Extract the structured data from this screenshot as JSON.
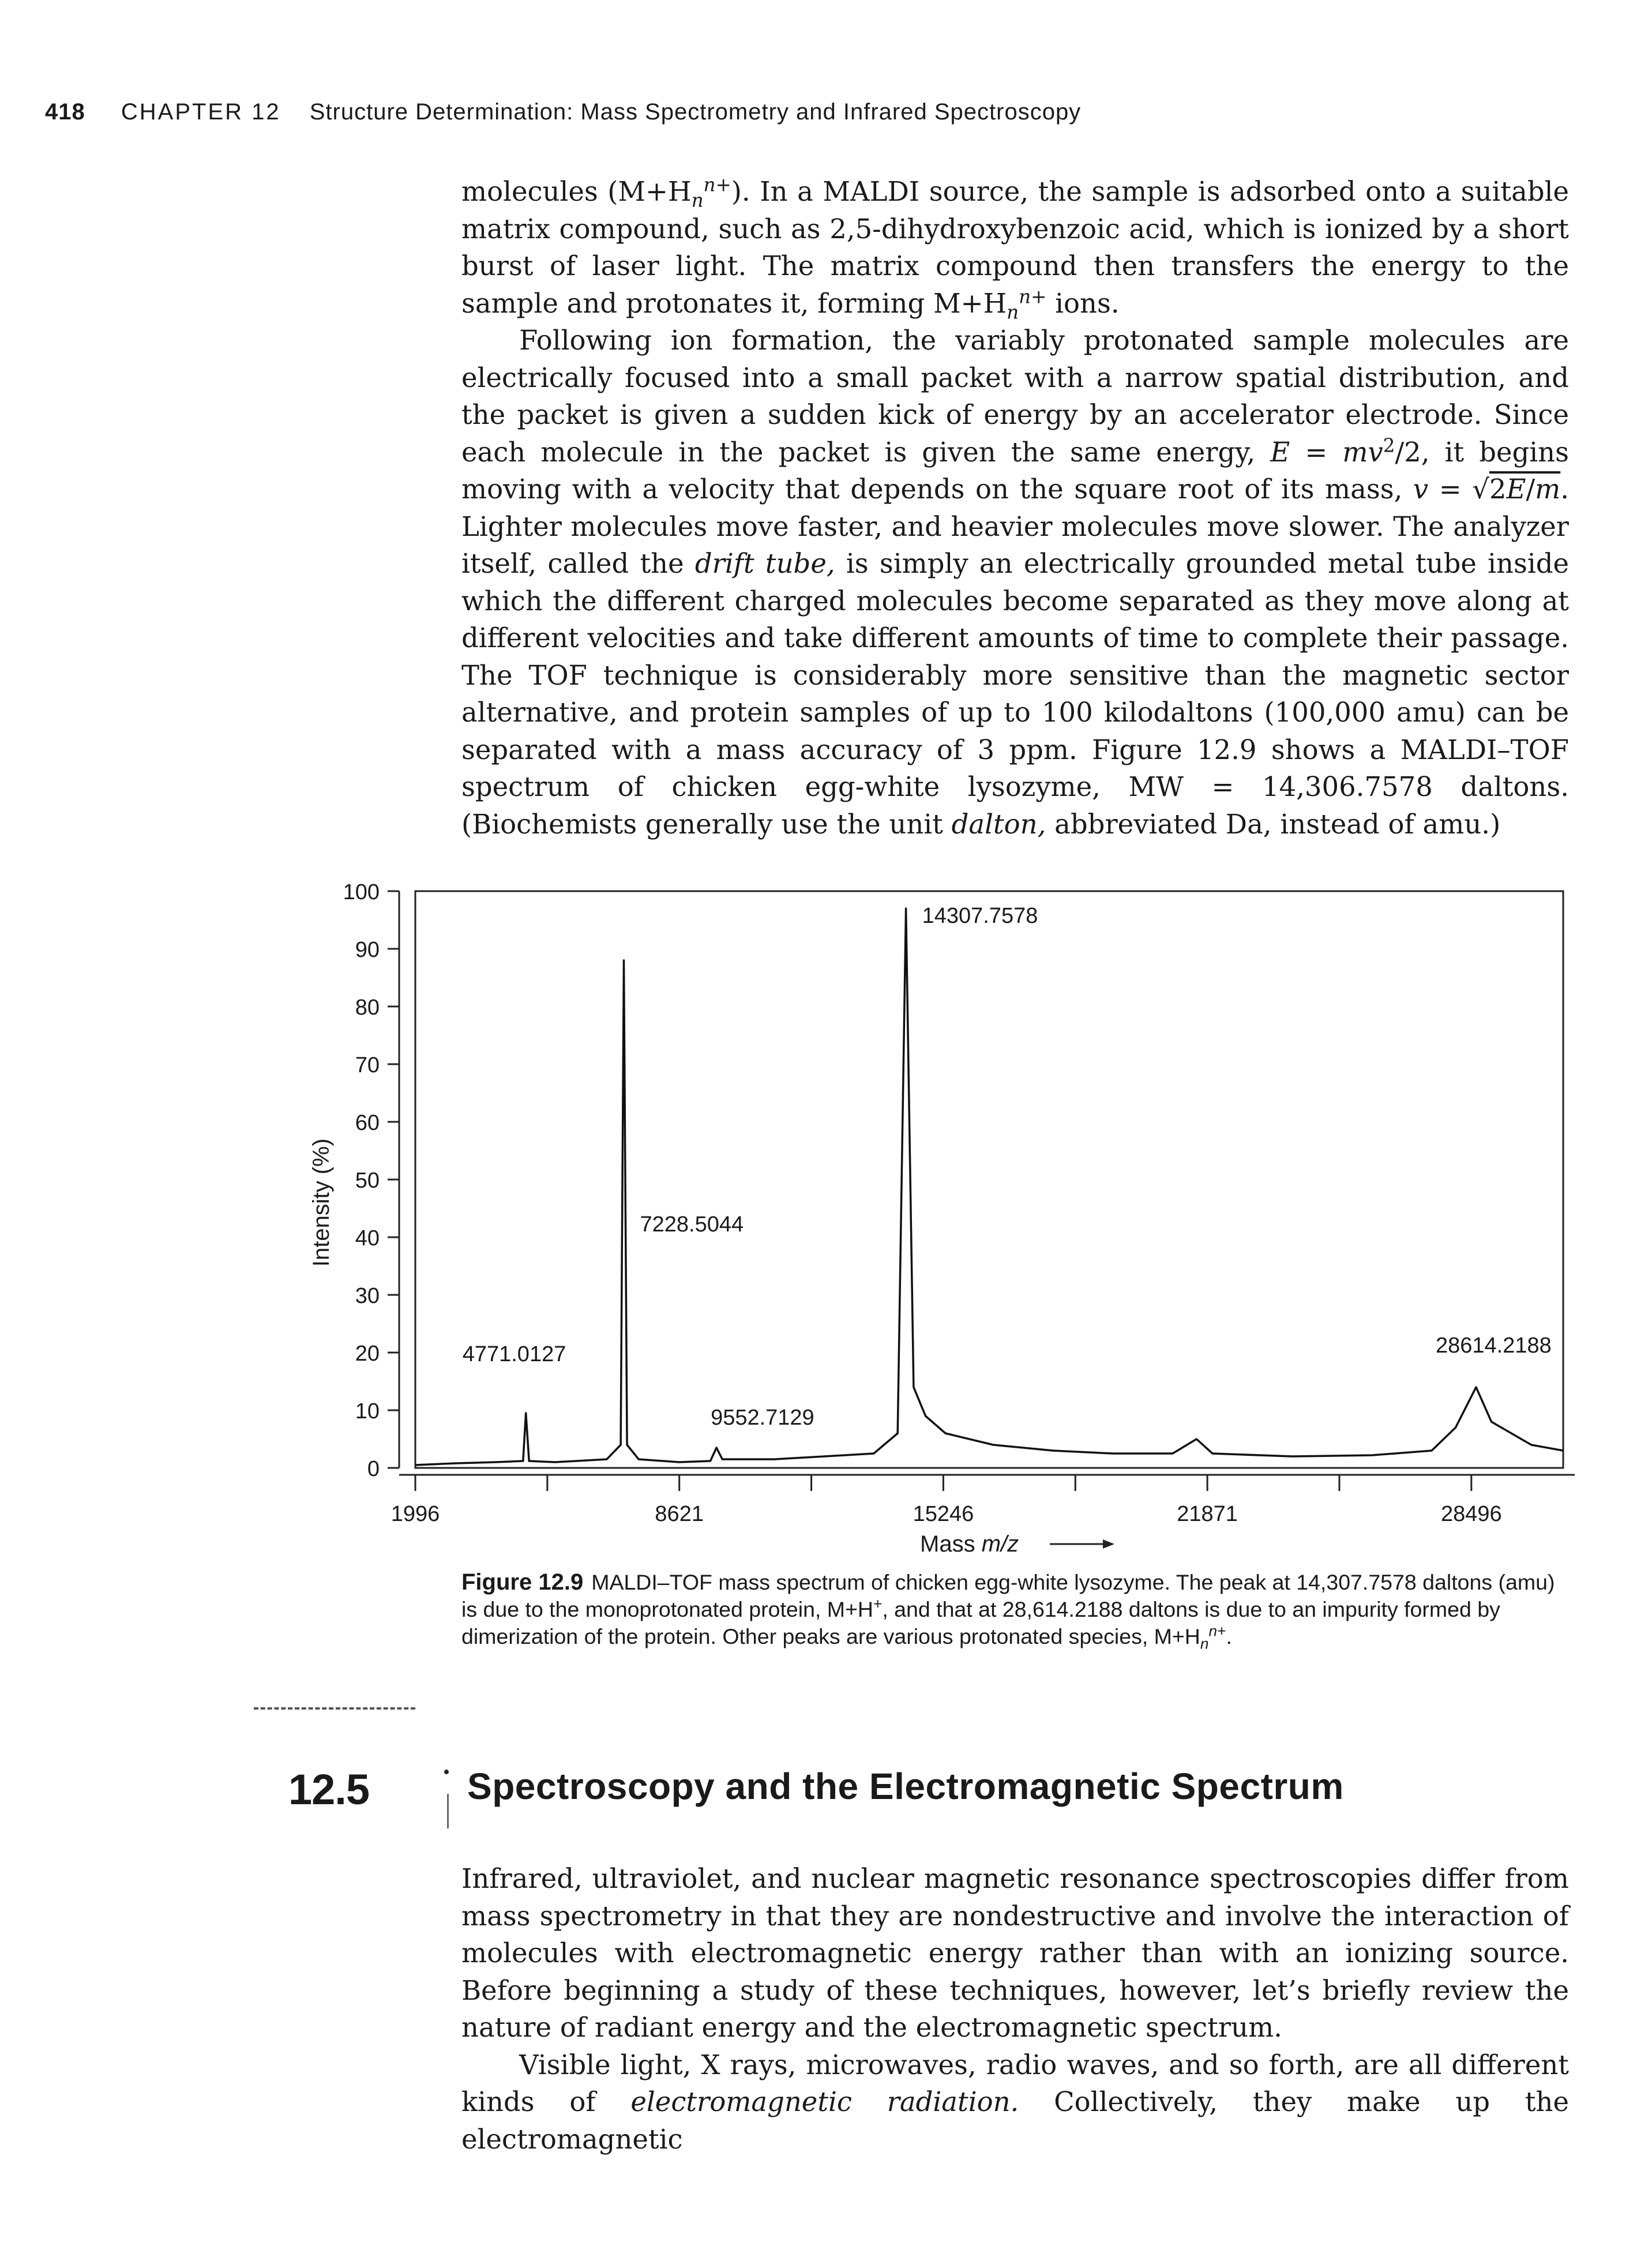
{
  "running_head": {
    "page_number": "418",
    "chapter": "CHAPTER 12",
    "title": "Structure Determination: Mass Spectrometry and Infrared Spectroscopy"
  },
  "para_top": [
    "molecules (M+H<sub><i>n</i></sub><sup><i>n</i>+</sup>). In a MALDI source, the sample is adsorbed onto a suitable matrix compound, such as 2,5-dihydroxybenzoic acid, which is ionized by a short burst of laser light. The matrix compound then transfers the energy to the sample and protonates it, forming M+H<sub><i>n</i></sub><sup><i>n</i>+</sup> ions.",
    "Following ion formation, the variably protonated sample molecules are electrically focused into a small packet with a narrow spatial distribution, and the packet is given a sudden kick of energy by an accelerator electrode. Since each molecule in the packet is given the same energy, <i>E</i> = <i>mv</i><sup>2</sup>/2, it begins moving with a velocity that depends on the square root of its mass, <i>v</i> = √<span style=\"text-decoration:overline\">2<i>E</i>/<i>m</i></span>. Lighter molecules move faster, and heavier molecules move slower. The analyzer itself, called the <i>drift tube,</i> is simply an electrically grounded metal tube inside which the different charged molecules become separated as they move along at different velocities and take different amounts of time to complete their passage. The TOF technique is considerably more sensitive than the magnetic sector alternative, and protein samples of up to 100 kilodaltons (100,000 amu) can be separated with a mass accuracy of 3 ppm. Figure 12.9 shows a MALDI–TOF spectrum of chicken egg-white lysozyme, MW = 14,306.7578 daltons. (Biochemists generally use the unit <i>dalton,</i> abbreviated Da, instead of amu.)"
  ],
  "chart_data": {
    "type": "line",
    "title": "",
    "xlabel": "Mass m/z",
    "ylabel": "Intensity (%)",
    "xlim": [
      1996,
      30800
    ],
    "ylim": [
      0,
      100
    ],
    "x_ticks": [
      1996,
      8621,
      15246,
      21871,
      28496
    ],
    "y_ticks": [
      0,
      10,
      20,
      30,
      40,
      50,
      60,
      70,
      80,
      90,
      100
    ],
    "series": [
      {
        "values": [
          [
            1996,
            0.5
          ],
          [
            3000,
            0.8
          ],
          [
            4000,
            1.0
          ],
          [
            4700,
            1.2
          ],
          [
            4771,
            9.5
          ],
          [
            4850,
            1.2
          ],
          [
            5500,
            1.0
          ],
          [
            6800,
            1.5
          ],
          [
            7150,
            4
          ],
          [
            7228.5,
            88
          ],
          [
            7310,
            4
          ],
          [
            7600,
            1.5
          ],
          [
            8621,
            1.0
          ],
          [
            9400,
            1.2
          ],
          [
            9552.7,
            3.5
          ],
          [
            9700,
            1.5
          ],
          [
            11000,
            1.5
          ],
          [
            13500,
            2.5
          ],
          [
            14100,
            6
          ],
          [
            14307.76,
            97
          ],
          [
            14500,
            14
          ],
          [
            14800,
            9
          ],
          [
            15300,
            6
          ],
          [
            16500,
            4
          ],
          [
            18000,
            3
          ],
          [
            19500,
            2.5
          ],
          [
            21000,
            2.5
          ],
          [
            21600,
            5
          ],
          [
            22000,
            2.5
          ],
          [
            24000,
            2
          ],
          [
            26000,
            2.2
          ],
          [
            27500,
            3
          ],
          [
            28100,
            7
          ],
          [
            28614.22,
            14
          ],
          [
            29000,
            8
          ],
          [
            30000,
            4
          ],
          [
            30800,
            3
          ]
        ]
      }
    ],
    "annotations": [
      {
        "x": 14307.7578,
        "text": "14307.7578"
      },
      {
        "x": 7228.5044,
        "text": "7228.5044"
      },
      {
        "x": 28614.2188,
        "text": "28614.2188"
      },
      {
        "x": 4771.0127,
        "text": "4771.0127"
      },
      {
        "x": 9552.7129,
        "text": "9552.7129"
      }
    ],
    "grid": false
  },
  "caption": {
    "label": "Figure 12.9",
    "text": "MALDI–TOF mass spectrum of chicken egg-white lysozyme. The peak at 14,307.7578 daltons (amu) is due to the monoprotonated protein, M+H<sup>+</sup>, and that at 28,614.2188 daltons is due to an impurity formed by dimerization of the protein. Other peaks are various protonated species, M+H<sub><i>n</i></sub><sup><i>n</i>+</sup>."
  },
  "section": {
    "number": "12.5",
    "title": "Spectroscopy and the Electromagnetic Spectrum"
  },
  "para_bottom": [
    "Infrared, ultraviolet, and nuclear magnetic resonance spectroscopies differ from mass spectrometry in that they are nondestructive and involve the interaction of molecules with electromagnetic energy rather than with an ionizing source. Before beginning a study of these techniques, however, let’s briefly review the nature of radiant energy and the electromagnetic spectrum.",
    "Visible light, X rays, microwaves, radio waves, and so forth, are all different kinds of <i>electromagnetic radiation.</i> Collectively, they make up the electromagnetic"
  ]
}
